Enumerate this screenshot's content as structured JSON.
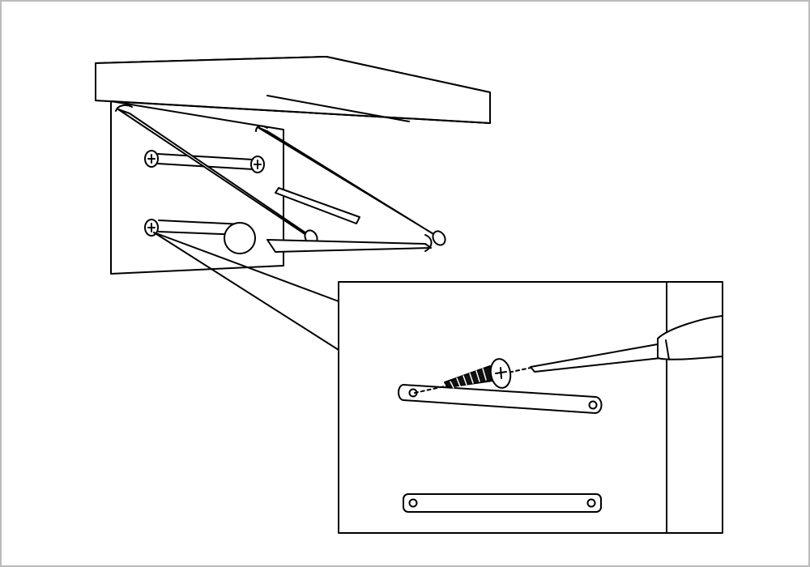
{
  "colors": {
    "background": "#ffffff",
    "frame": "#bbbbbb",
    "line": "#000000",
    "fill": "#ffffff"
  },
  "illustration": {
    "shelf": "wall-mounted-shelf",
    "bracket": "wire-bracket",
    "fasteners": "phillips-screw",
    "tool": "screwdriver",
    "detail_view": "magnified-mounting-plate-detail"
  }
}
